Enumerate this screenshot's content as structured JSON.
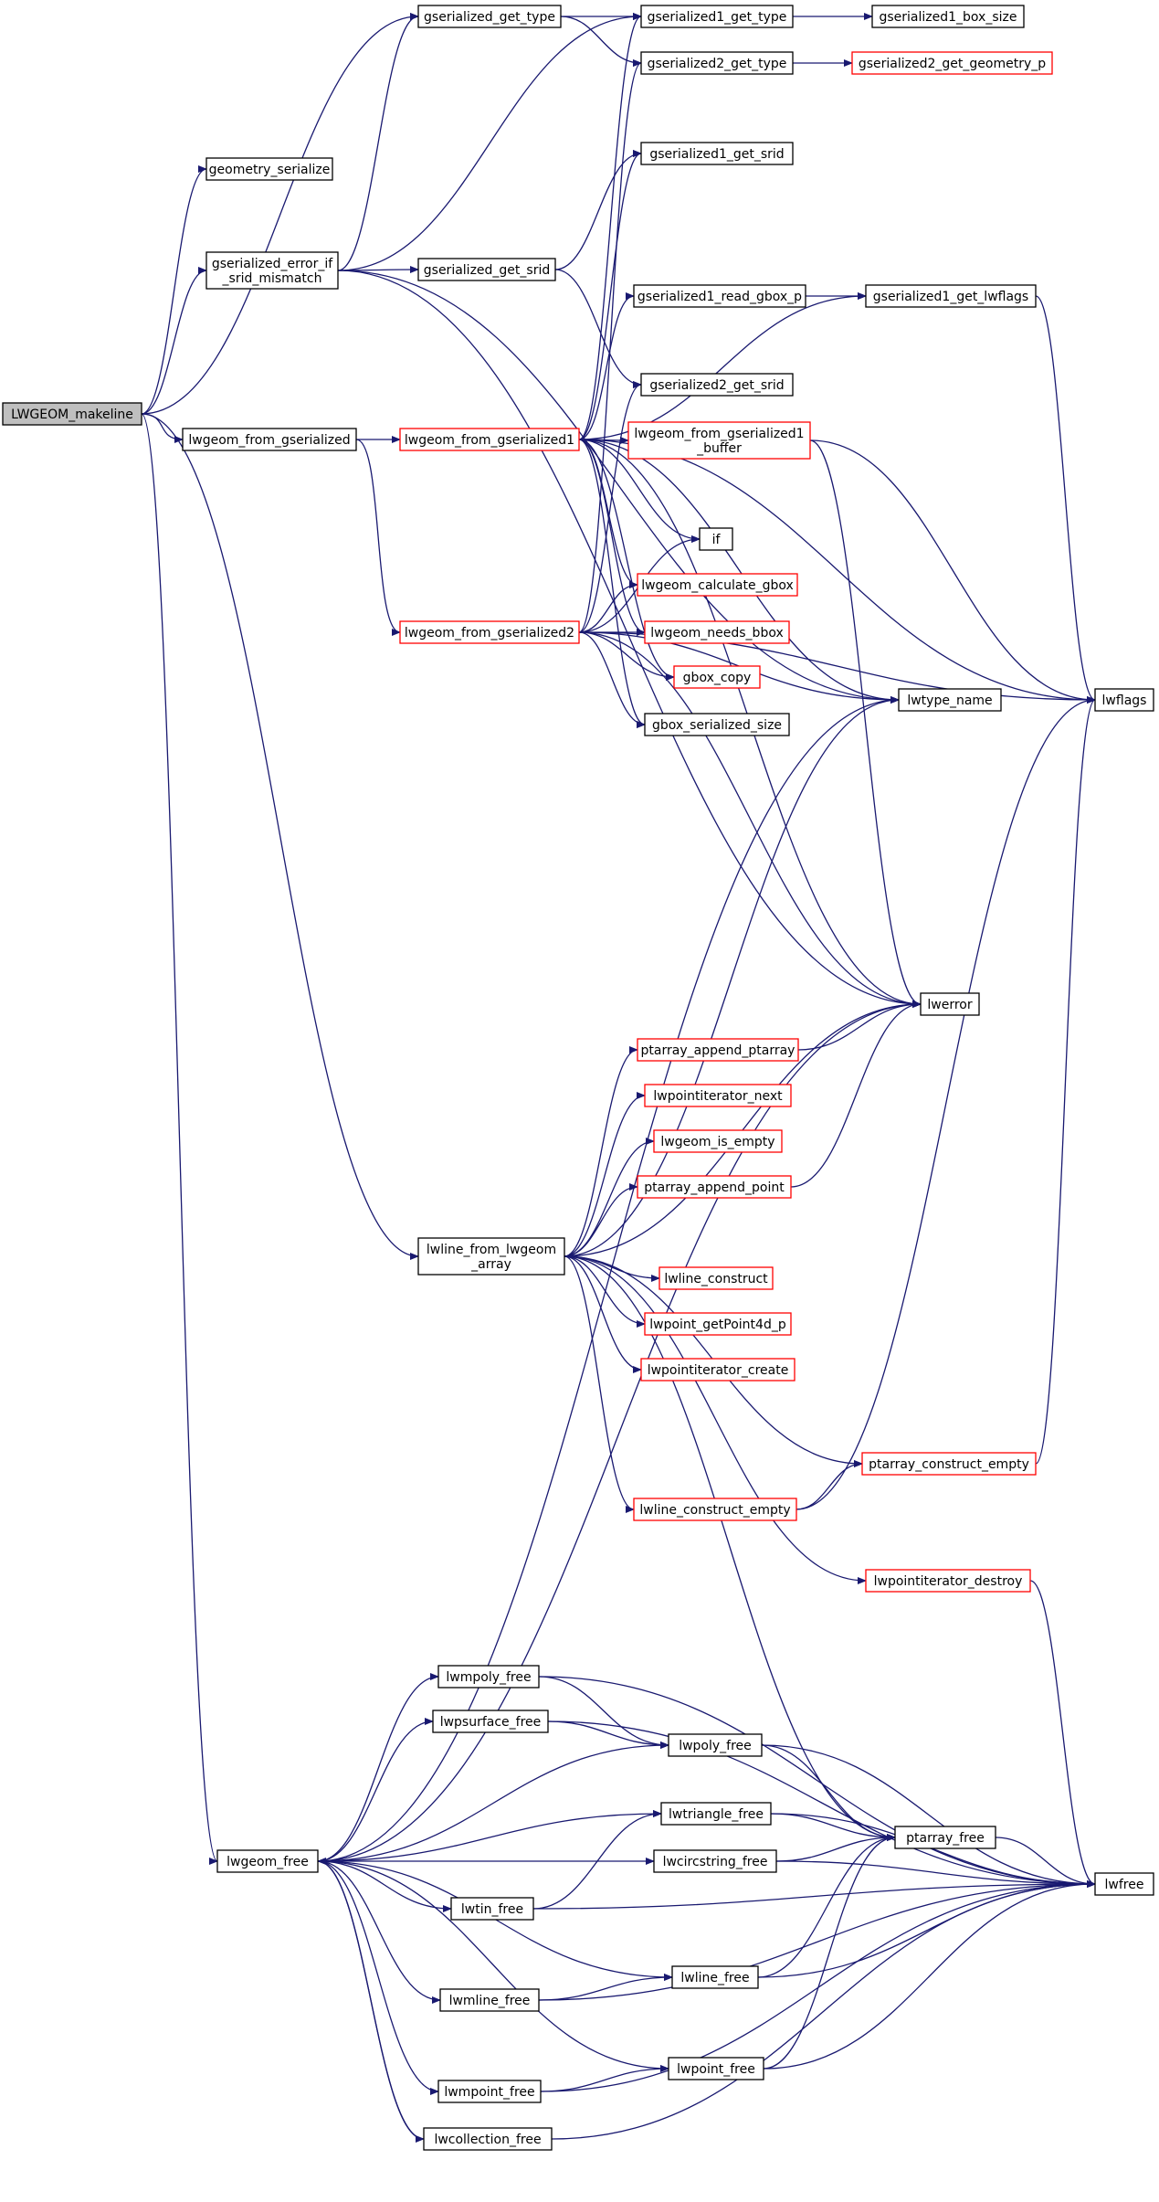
{
  "colors": {
    "edge": "#191970",
    "node_border": "#000000",
    "node_border_partial": "#ff0000",
    "root_fill": "#bfbfbf",
    "node_fill": "#ffffff"
  },
  "nodes": {
    "LWGEOM_makeline": {
      "label": [
        "LWGEOM_makeline"
      ],
      "root": true
    },
    "geometry_serialize": {
      "label": [
        "geometry_serialize"
      ]
    },
    "gserialized_get_type": {
      "label": [
        "gserialized_get_type"
      ]
    },
    "gserialized1_get_type": {
      "label": [
        "gserialized1_get_type"
      ]
    },
    "gserialized1_box_size": {
      "label": [
        "gserialized1_box_size"
      ]
    },
    "gserialized2_get_type": {
      "label": [
        "gserialized2_get_type"
      ]
    },
    "gserialized2_get_geometry_p": {
      "label": [
        "gserialized2_get_geometry_p"
      ],
      "partial": true
    },
    "gserialized1_get_srid": {
      "label": [
        "gserialized1_get_srid"
      ]
    },
    "gserialized_error_if_srid_mismatch": {
      "label": [
        "gserialized_error_if",
        "_srid_mismatch"
      ]
    },
    "gserialized_get_srid": {
      "label": [
        "gserialized_get_srid"
      ]
    },
    "gserialized1_read_gbox_p": {
      "label": [
        "gserialized1_read_gbox_p"
      ]
    },
    "gserialized1_get_lwflags": {
      "label": [
        "gserialized1_get_lwflags"
      ]
    },
    "gserialized2_get_srid": {
      "label": [
        "gserialized2_get_srid"
      ]
    },
    "lwgeom_from_gserialized": {
      "label": [
        "lwgeom_from_gserialized"
      ]
    },
    "lwgeom_from_gserialized1": {
      "label": [
        "lwgeom_from_gserialized1"
      ],
      "partial": true
    },
    "lwgeom_from_gserialized1_buffer": {
      "label": [
        "lwgeom_from_gserialized1",
        "_buffer"
      ],
      "partial": true
    },
    "if": {
      "label": [
        "if"
      ]
    },
    "lwgeom_calculate_gbox": {
      "label": [
        "lwgeom_calculate_gbox"
      ],
      "partial": true
    },
    "lwgeom_from_gserialized2": {
      "label": [
        "lwgeom_from_gserialized2"
      ],
      "partial": true
    },
    "lwgeom_needs_bbox": {
      "label": [
        "lwgeom_needs_bbox"
      ],
      "partial": true
    },
    "gbox_copy": {
      "label": [
        "gbox_copy"
      ],
      "partial": true
    },
    "lwtype_name": {
      "label": [
        "lwtype_name"
      ]
    },
    "lwflags": {
      "label": [
        "lwflags"
      ]
    },
    "gbox_serialized_size": {
      "label": [
        "gbox_serialized_size"
      ]
    },
    "lwerror": {
      "label": [
        "lwerror"
      ]
    },
    "ptarray_append_ptarray": {
      "label": [
        "ptarray_append_ptarray"
      ],
      "partial": true
    },
    "lwpointiterator_next": {
      "label": [
        "lwpointiterator_next"
      ],
      "partial": true
    },
    "lwgeom_is_empty": {
      "label": [
        "lwgeom_is_empty"
      ],
      "partial": true
    },
    "ptarray_append_point": {
      "label": [
        "ptarray_append_point"
      ],
      "partial": true
    },
    "lwline_from_lwgeom_array": {
      "label": [
        "lwline_from_lwgeom",
        "_array"
      ]
    },
    "lwline_construct": {
      "label": [
        "lwline_construct"
      ],
      "partial": true
    },
    "lwpoint_getPoint4d_p": {
      "label": [
        "lwpoint_getPoint4d_p"
      ],
      "partial": true
    },
    "lwpointiterator_create": {
      "label": [
        "lwpointiterator_create"
      ],
      "partial": true
    },
    "ptarray_construct_empty": {
      "label": [
        "ptarray_construct_empty"
      ],
      "partial": true
    },
    "lwline_construct_empty": {
      "label": [
        "lwline_construct_empty"
      ],
      "partial": true
    },
    "lwpointiterator_destroy": {
      "label": [
        "lwpointiterator_destroy"
      ],
      "partial": true
    },
    "lwmpoly_free": {
      "label": [
        "lwmpoly_free"
      ]
    },
    "lwpsurface_free": {
      "label": [
        "lwpsurface_free"
      ]
    },
    "lwpoly_free": {
      "label": [
        "lwpoly_free"
      ]
    },
    "lwtriangle_free": {
      "label": [
        "lwtriangle_free"
      ]
    },
    "ptarray_free": {
      "label": [
        "ptarray_free"
      ]
    },
    "lwgeom_free": {
      "label": [
        "lwgeom_free"
      ]
    },
    "lwcircstring_free": {
      "label": [
        "lwcircstring_free"
      ]
    },
    "lwfree": {
      "label": [
        "lwfree"
      ]
    },
    "lwtin_free": {
      "label": [
        "lwtin_free"
      ]
    },
    "lwline_free": {
      "label": [
        "lwline_free"
      ]
    },
    "lwmline_free": {
      "label": [
        "lwmline_free"
      ]
    },
    "lwpoint_free": {
      "label": [
        "lwpoint_free"
      ]
    },
    "lwmpoint_free": {
      "label": [
        "lwmpoint_free"
      ]
    },
    "lwcollection_free": {
      "label": [
        "lwcollection_free"
      ]
    }
  },
  "edges": [
    [
      "LWGEOM_makeline",
      "geometry_serialize"
    ],
    [
      "LWGEOM_makeline",
      "gserialized_get_type"
    ],
    [
      "LWGEOM_makeline",
      "gserialized_error_if_srid_mismatch"
    ],
    [
      "LWGEOM_makeline",
      "lwgeom_from_gserialized"
    ],
    [
      "LWGEOM_makeline",
      "lwline_from_lwgeom_array"
    ],
    [
      "LWGEOM_makeline",
      "lwgeom_free"
    ],
    [
      "gserialized_get_type",
      "gserialized1_get_type"
    ],
    [
      "gserialized_get_type",
      "gserialized2_get_type"
    ],
    [
      "gserialized1_get_type",
      "gserialized1_box_size"
    ],
    [
      "gserialized2_get_type",
      "gserialized2_get_geometry_p"
    ],
    [
      "gserialized_error_if_srid_mismatch",
      "gserialized_get_type"
    ],
    [
      "gserialized_error_if_srid_mismatch",
      "gserialized1_get_type"
    ],
    [
      "gserialized_error_if_srid_mismatch",
      "gserialized_get_srid"
    ],
    [
      "gserialized_error_if_srid_mismatch",
      "lwtype_name"
    ],
    [
      "gserialized_error_if_srid_mismatch",
      "lwerror"
    ],
    [
      "gserialized_get_srid",
      "gserialized1_get_srid"
    ],
    [
      "gserialized_get_srid",
      "gserialized2_get_srid"
    ],
    [
      "gserialized1_read_gbox_p",
      "gserialized1_get_lwflags"
    ],
    [
      "gserialized1_get_lwflags",
      "lwflags"
    ],
    [
      "lwgeom_from_gserialized",
      "lwgeom_from_gserialized1"
    ],
    [
      "lwgeom_from_gserialized",
      "lwgeom_from_gserialized2"
    ],
    [
      "lwgeom_from_gserialized1",
      "gserialized1_get_type"
    ],
    [
      "lwgeom_from_gserialized1",
      "gserialized1_get_srid"
    ],
    [
      "lwgeom_from_gserialized1",
      "lwflags"
    ],
    [
      "lwgeom_from_gserialized1",
      "gserialized1_get_lwflags"
    ],
    [
      "lwgeom_from_gserialized1",
      "gserialized1_read_gbox_p"
    ],
    [
      "lwgeom_from_gserialized1",
      "lwtype_name"
    ],
    [
      "lwgeom_from_gserialized1",
      "lwgeom_from_gserialized1_buffer"
    ],
    [
      "lwgeom_from_gserialized1",
      "if"
    ],
    [
      "lwgeom_from_gserialized1",
      "lwgeom_calculate_gbox"
    ],
    [
      "lwgeom_from_gserialized1",
      "lwgeom_needs_bbox"
    ],
    [
      "lwgeom_from_gserialized1",
      "gbox_copy"
    ],
    [
      "lwgeom_from_gserialized1",
      "gbox_serialized_size"
    ],
    [
      "lwgeom_from_gserialized1",
      "lwerror"
    ],
    [
      "lwgeom_from_gserialized1_buffer",
      "lwflags"
    ],
    [
      "lwgeom_from_gserialized1_buffer",
      "lwerror"
    ],
    [
      "lwgeom_from_gserialized2",
      "gserialized2_get_type"
    ],
    [
      "lwgeom_from_gserialized2",
      "gserialized2_get_srid"
    ],
    [
      "lwgeom_from_gserialized2",
      "if"
    ],
    [
      "lwgeom_from_gserialized2",
      "lwgeom_calculate_gbox"
    ],
    [
      "lwgeom_from_gserialized2",
      "lwgeom_needs_bbox"
    ],
    [
      "lwgeom_from_gserialized2",
      "gbox_copy"
    ],
    [
      "lwgeom_from_gserialized2",
      "gbox_serialized_size"
    ],
    [
      "lwgeom_from_gserialized2",
      "lwtype_name"
    ],
    [
      "lwgeom_from_gserialized2",
      "lwflags"
    ],
    [
      "lwgeom_from_gserialized2",
      "lwerror"
    ],
    [
      "lwline_from_lwgeom_array",
      "lwtype_name"
    ],
    [
      "lwline_from_lwgeom_array",
      "ptarray_append_ptarray"
    ],
    [
      "lwline_from_lwgeom_array",
      "lwpointiterator_next"
    ],
    [
      "lwline_from_lwgeom_array",
      "lwgeom_is_empty"
    ],
    [
      "lwline_from_lwgeom_array",
      "ptarray_append_point"
    ],
    [
      "lwline_from_lwgeom_array",
      "lwerror"
    ],
    [
      "lwline_from_lwgeom_array",
      "lwline_construct"
    ],
    [
      "lwline_from_lwgeom_array",
      "lwpoint_getPoint4d_p"
    ],
    [
      "lwline_from_lwgeom_array",
      "lwpointiterator_create"
    ],
    [
      "lwline_from_lwgeom_array",
      "ptarray_construct_empty"
    ],
    [
      "lwline_from_lwgeom_array",
      "lwline_construct_empty"
    ],
    [
      "lwline_from_lwgeom_array",
      "lwpointiterator_destroy"
    ],
    [
      "lwline_from_lwgeom_array",
      "ptarray_free"
    ],
    [
      "ptarray_append_ptarray",
      "lwerror"
    ],
    [
      "ptarray_append_point",
      "lwerror"
    ],
    [
      "ptarray_construct_empty",
      "lwflags"
    ],
    [
      "lwline_construct_empty",
      "ptarray_construct_empty"
    ],
    [
      "lwline_construct_empty",
      "lwflags"
    ],
    [
      "lwpointiterator_destroy",
      "lwfree"
    ],
    [
      "lwgeom_free",
      "lwtype_name"
    ],
    [
      "lwgeom_free",
      "lwerror"
    ],
    [
      "lwgeom_free",
      "lwmpoly_free"
    ],
    [
      "lwgeom_free",
      "lwpsurface_free"
    ],
    [
      "lwgeom_free",
      "lwpoly_free"
    ],
    [
      "lwgeom_free",
      "lwtriangle_free"
    ],
    [
      "lwgeom_free",
      "lwcircstring_free"
    ],
    [
      "lwgeom_free",
      "lwtin_free"
    ],
    [
      "lwgeom_free",
      "lwline_free"
    ],
    [
      "lwgeom_free",
      "lwmline_free"
    ],
    [
      "lwgeom_free",
      "lwpoint_free"
    ],
    [
      "lwgeom_free",
      "lwmpoint_free"
    ],
    [
      "lwgeom_free",
      "lwcollection_free"
    ],
    [
      "lwmpoly_free",
      "lwpoly_free"
    ],
    [
      "lwmpoly_free",
      "lwfree"
    ],
    [
      "lwpsurface_free",
      "lwpoly_free"
    ],
    [
      "lwpsurface_free",
      "lwfree"
    ],
    [
      "lwpoly_free",
      "ptarray_free"
    ],
    [
      "lwpoly_free",
      "lwfree"
    ],
    [
      "lwtriangle_free",
      "ptarray_free"
    ],
    [
      "lwtriangle_free",
      "lwfree"
    ],
    [
      "lwcircstring_free",
      "ptarray_free"
    ],
    [
      "lwcircstring_free",
      "lwfree"
    ],
    [
      "lwtin_free",
      "lwtriangle_free"
    ],
    [
      "lwtin_free",
      "lwfree"
    ],
    [
      "lwline_free",
      "ptarray_free"
    ],
    [
      "lwline_free",
      "lwfree"
    ],
    [
      "lwmline_free",
      "lwline_free"
    ],
    [
      "lwmline_free",
      "lwfree"
    ],
    [
      "lwpoint_free",
      "ptarray_free"
    ],
    [
      "lwpoint_free",
      "lwfree"
    ],
    [
      "lwmpoint_free",
      "lwpoint_free"
    ],
    [
      "lwmpoint_free",
      "lwfree"
    ],
    [
      "lwcollection_free",
      "lwgeom_free"
    ],
    [
      "lwcollection_free",
      "lwfree"
    ],
    [
      "ptarray_free",
      "lwfree"
    ]
  ]
}
